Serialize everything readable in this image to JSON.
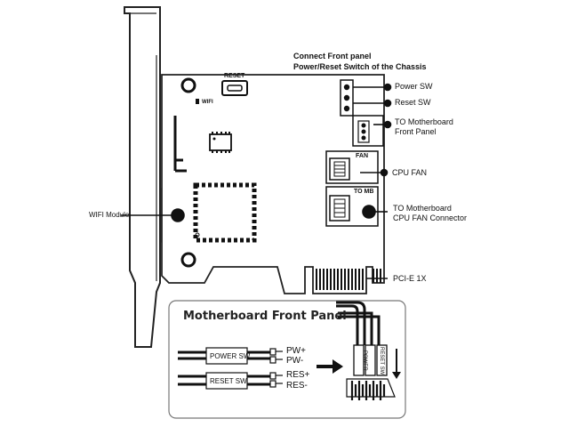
{
  "header": {
    "line1": "Connect Front panel",
    "line2": "Power/Reset Switch of the Chassis"
  },
  "board": {
    "reset_label": "RESET",
    "wifi_led_label": "WIFI",
    "fan_header_label": "FAN",
    "tomb_header_label": "TO MB"
  },
  "callouts": {
    "power_sw": "Power SW",
    "reset_sw": "Reset SW",
    "to_front_panel_1": "TO Motherboard",
    "to_front_panel_2": "Front Panel",
    "cpu_fan": "CPU FAN",
    "to_cpu_fan_1": "TO Motherboard",
    "to_cpu_fan_2": "CPU FAN Connector",
    "wifi_module": "WIFI Module",
    "pcie": "PCI-E 1X"
  },
  "inset": {
    "title": "Motherboard Front Panel",
    "power_box": "POWER SW",
    "reset_box": "RESET SW",
    "pins": [
      "PW+",
      "PW-",
      "RES+",
      "RES-"
    ],
    "connector_labels": [
      "POWER",
      "RESET SW"
    ]
  }
}
